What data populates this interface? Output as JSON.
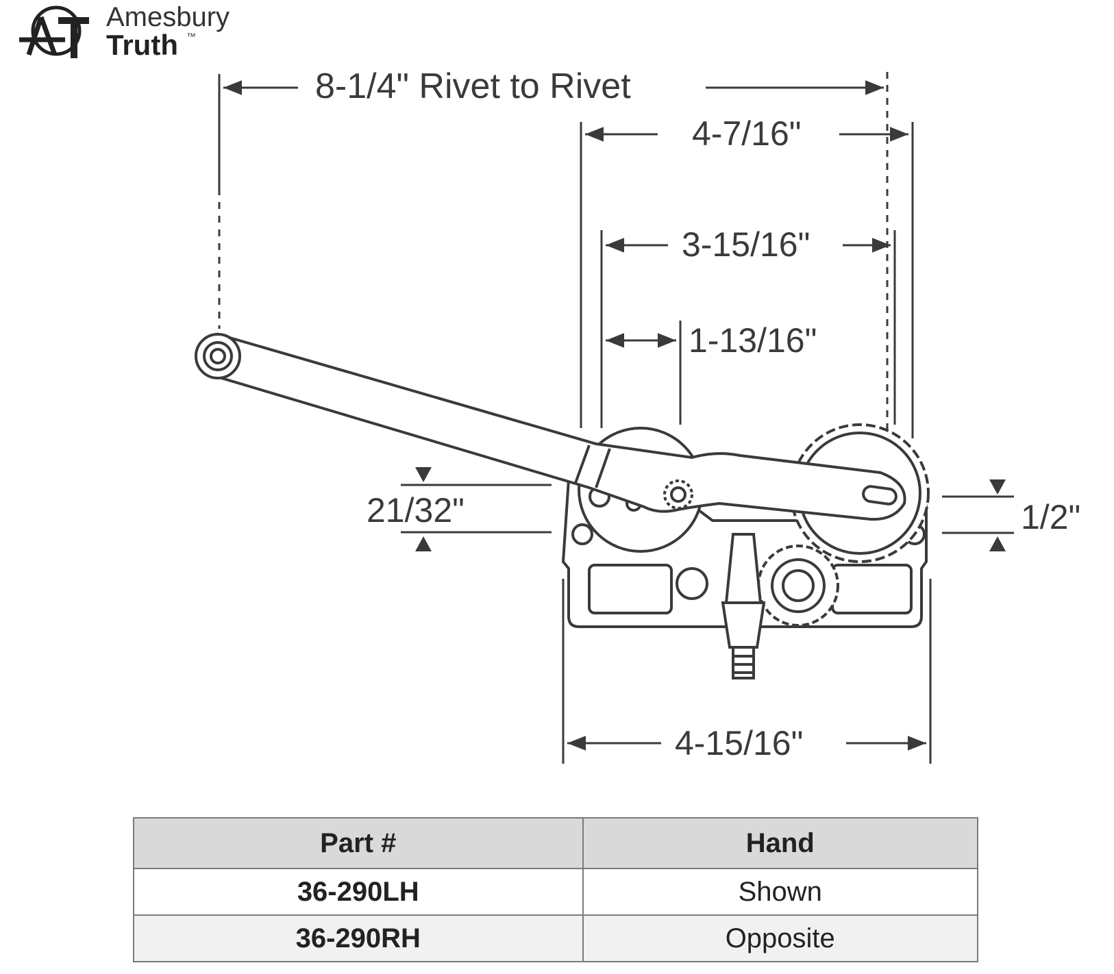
{
  "logo": {
    "text_top": "Amesbury",
    "text_bottom": "Truth",
    "tm": "™"
  },
  "dimensions": {
    "rivet_to_rivet": "8-1/4\" Rivet to Rivet",
    "d1": "4-7/16\"",
    "d2": "3-15/16\"",
    "d3": "1-13/16\"",
    "d4": "21/32\"",
    "d5": "1/2\"",
    "d6": "4-15/16\""
  },
  "table": {
    "headers": [
      "Part #",
      "Hand"
    ],
    "rows": [
      {
        "part": "36-290LH",
        "hand": "Shown"
      },
      {
        "part": "36-290RH",
        "hand": "Opposite"
      }
    ]
  },
  "colors": {
    "line": "#3a3a3a",
    "header_bg": "#d9d9d9"
  }
}
